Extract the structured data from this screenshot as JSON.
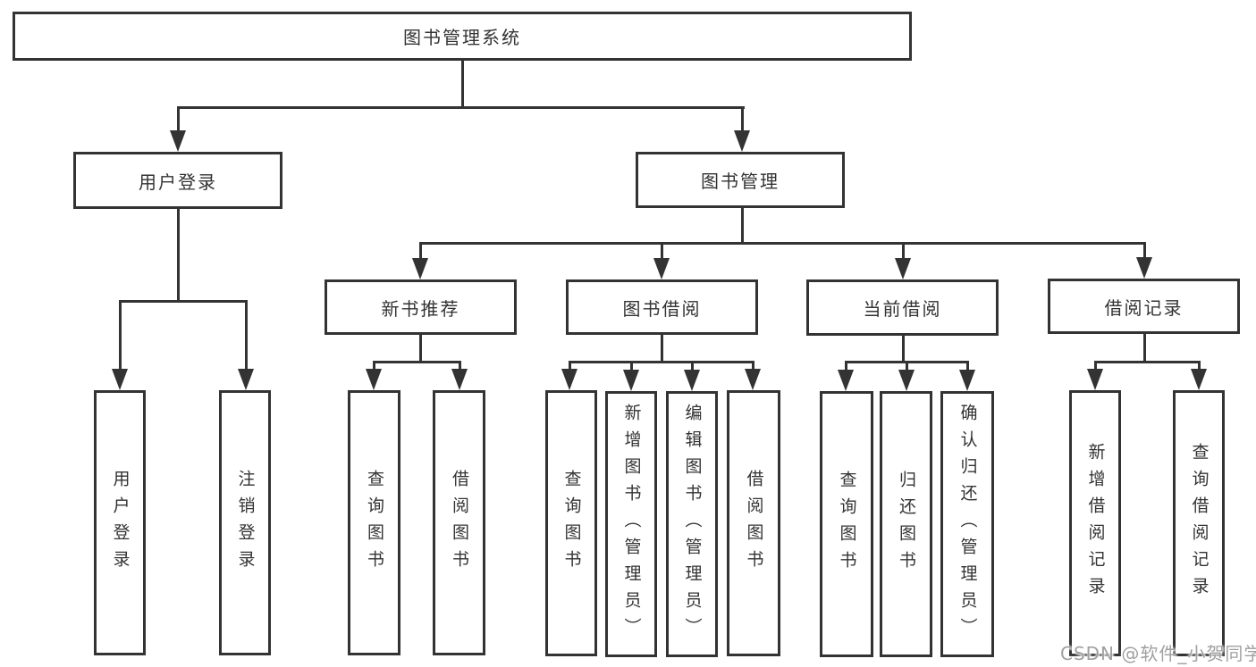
{
  "diagram": {
    "root": {
      "label": "图书管理系统"
    },
    "level2": [
      {
        "label": "用户登录"
      },
      {
        "label": "图书管理"
      }
    ],
    "level3": [
      {
        "label": "新书推荐"
      },
      {
        "label": "图书借阅"
      },
      {
        "label": "当前借阅"
      },
      {
        "label": "借阅记录"
      }
    ],
    "leaves": {
      "user_login": [
        {
          "label": "用户登录"
        },
        {
          "label": "注销登录"
        }
      ],
      "new_book": [
        {
          "label": "查询图书"
        },
        {
          "label": "借阅图书"
        }
      ],
      "book_borrow": [
        {
          "label": "查询图书"
        },
        {
          "label": "新增图书（管理员）"
        },
        {
          "label": "编辑图书（管理员）"
        },
        {
          "label": "借阅图书"
        }
      ],
      "current_borrow": [
        {
          "label": "查询图书"
        },
        {
          "label": "归还图书"
        },
        {
          "label": "确认归还（管理员）"
        }
      ],
      "borrow_record": [
        {
          "label": "新增借阅记录"
        },
        {
          "label": "查询借阅记录"
        }
      ]
    }
  },
  "watermark": {
    "text": "CSDN @软件_小贺同学"
  },
  "colors": {
    "line": "#333333",
    "text": "#333333",
    "background": "#ffffff",
    "watermark": "#a0a0a0"
  }
}
